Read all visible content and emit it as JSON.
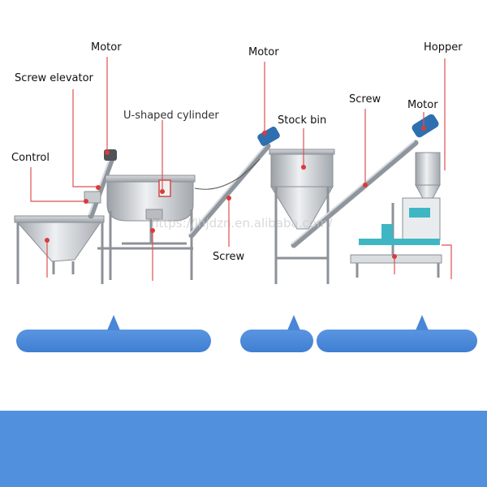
{
  "labels": {
    "motor_left": "Motor",
    "screw_elevator": "Screw elevator",
    "u_cylinder": "U-shaped cylinder",
    "control": "Control",
    "motor_middle": "Motor",
    "stock_bin": "Stock bin",
    "screw_top": "Screw",
    "motor_right": "Motor",
    "hopper": "Hopper",
    "screw_bottom": "Screw"
  },
  "watermark": "https://lhjdzn.en.alibaba.com/",
  "colors": {
    "leader_line": "#e05050",
    "pointer_dot": "#d93b3b",
    "banner_blue": "#4a86d8",
    "bottom_band": "#5090dc",
    "motor_blue": "#2e6fb0",
    "packer_teal": "#3fb6c4"
  },
  "icons": {
    "banner_pointer": "triangle-up-icon"
  }
}
